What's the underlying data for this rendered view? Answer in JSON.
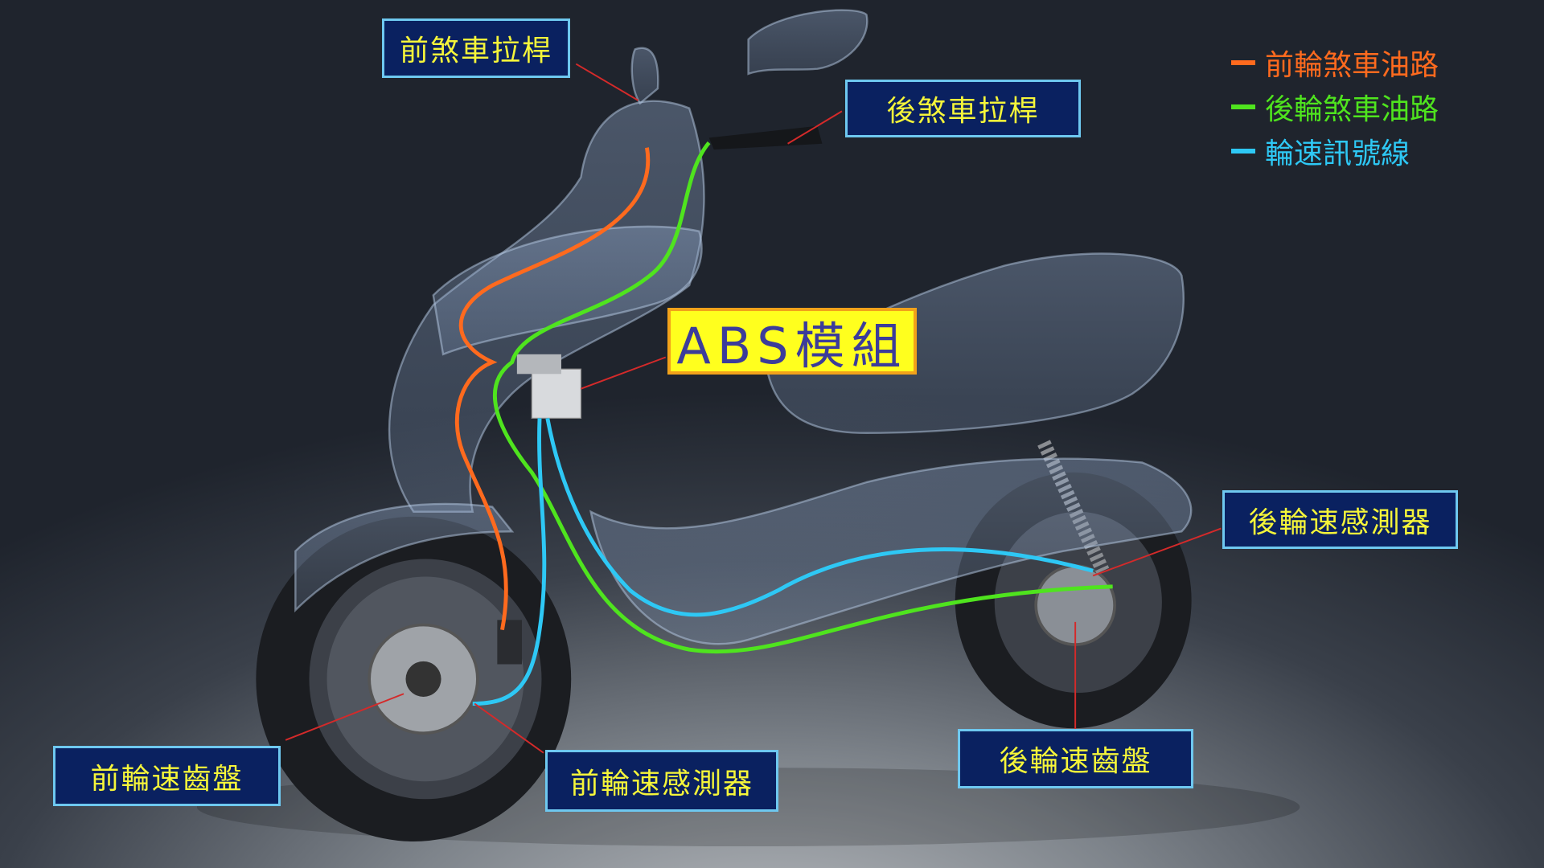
{
  "labels": {
    "front_brake_lever": "前煞車拉桿",
    "rear_brake_lever": "後煞車拉桿",
    "abs_module": "ABS模組",
    "rear_wheel_sensor": "後輪速感測器",
    "front_tone_ring": "前輪速齒盤",
    "front_wheel_sensor": "前輪速感測器",
    "rear_tone_ring": "後輪速齒盤"
  },
  "legend": [
    {
      "label": "前輪煞車油路",
      "color": "#ff6a1e"
    },
    {
      "label": "後輪煞車油路",
      "color": "#4fe41e"
    },
    {
      "label": "輪速訊號線",
      "color": "#2ec8f5"
    }
  ],
  "colors": {
    "leader": "#d42a2a",
    "label_bg": "#0a2160",
    "label_text": "#f5f53a",
    "label_border": "#6ec8f0"
  }
}
